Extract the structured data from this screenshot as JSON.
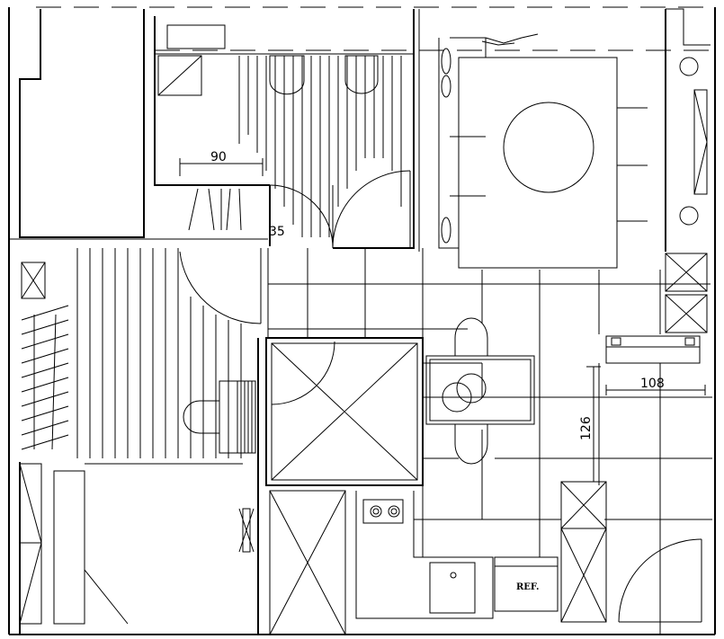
{
  "dimensions": {
    "width_90": "90",
    "door_35": "35",
    "counter_108": "108",
    "height_126": "126"
  },
  "appliances": {
    "refrigerator_label": "REF."
  }
}
